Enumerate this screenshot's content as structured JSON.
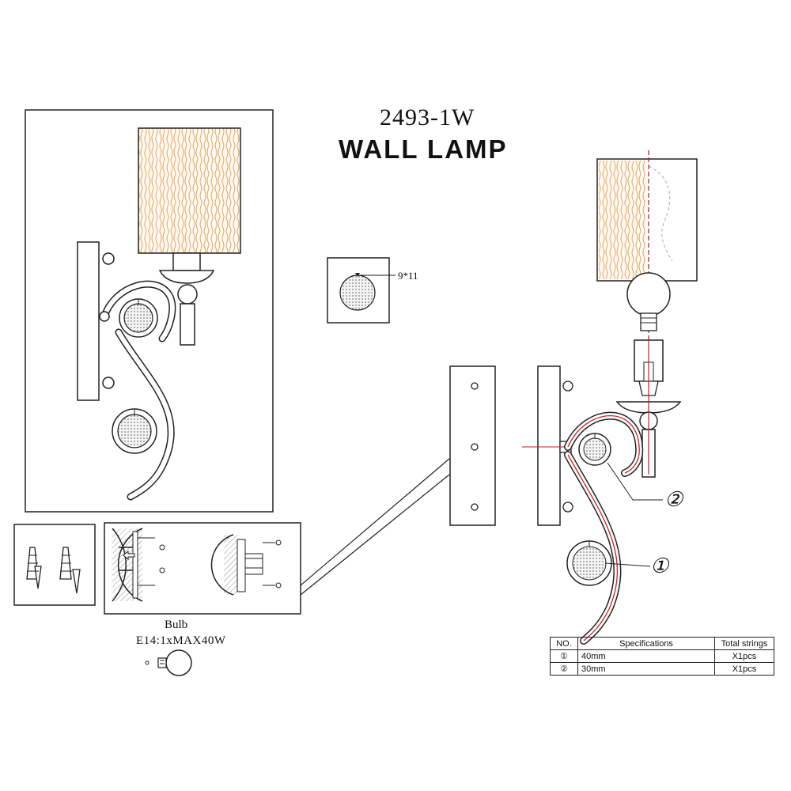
{
  "header": {
    "model": "2493-1W",
    "product": "WALL LAMP"
  },
  "hole": {
    "label": "9*11"
  },
  "bulb": {
    "label": "Bulb",
    "spec": "E14:1xMAX40W"
  },
  "callouts": {
    "one": "①",
    "two": "②"
  },
  "spec_table": {
    "headers": [
      "NO.",
      "Specifications",
      "Total strings"
    ],
    "rows": [
      {
        "no": "①",
        "spec": "40mm",
        "total": "X1pcs"
      },
      {
        "no": "②",
        "spec": "30mm",
        "total": "X1pcs"
      }
    ]
  },
  "colors": {
    "line": "#222222",
    "glass": "#e3a25a",
    "wire_red": "#d11f1f",
    "crystal": "#bdbdbd"
  }
}
